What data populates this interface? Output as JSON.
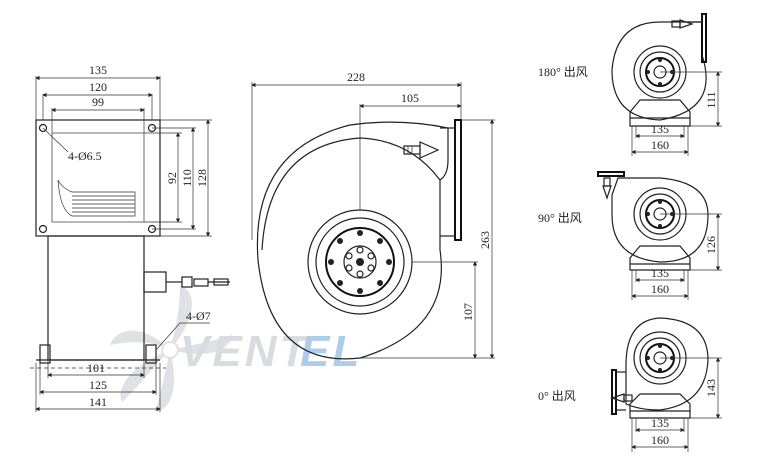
{
  "watermark": {
    "text": "VENTEL",
    "color_dark": "#c9ccd1",
    "color_accent": "#7fb2e0"
  },
  "side_view": {
    "dim_135": "135",
    "dim_120": "120",
    "dim_99": "99",
    "dim_92": "92",
    "dim_110": "110",
    "dim_128": "128",
    "hole_top": "4-Ø6.5",
    "hole_bottom": "4-Ø7",
    "dim_101": "101",
    "dim_125": "125",
    "dim_141": "141"
  },
  "front_view": {
    "dim_228": "228",
    "dim_105": "105",
    "dim_263": "263",
    "dim_107": "107"
  },
  "small_views": [
    {
      "label": "180° 出风",
      "dim_height": "111",
      "dim_135": "135",
      "dim_160": "160"
    },
    {
      "label": "90° 出风",
      "dim_height": "126",
      "dim_135": "135",
      "dim_160": "160"
    },
    {
      "label": "0° 出风",
      "dim_height": "143",
      "dim_135": "135",
      "dim_160": "160"
    }
  ]
}
